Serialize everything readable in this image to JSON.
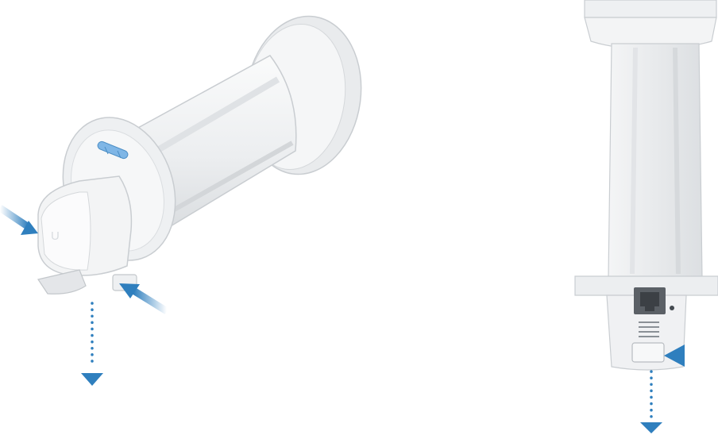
{
  "illustration": {
    "left_view": {
      "description_icon": "mount-assembly-angled",
      "device_logo": "U",
      "arrows": {
        "press_arrows": 2,
        "pull_arrow": "down-dotted"
      }
    },
    "right_view": {
      "description_icon": "mount-assembly-bottom",
      "arrows": {
        "press_arrows": 1,
        "pull_arrow": "down-dotted"
      }
    }
  },
  "colors": {
    "arrow_blue": "#2f7fbe",
    "body_light": "#f1f2f3",
    "body_shadow": "#d7dadd",
    "outline": "#c9cdd1",
    "port_dark": "#5b6066",
    "bubble_level": "#7fb6e6"
  }
}
